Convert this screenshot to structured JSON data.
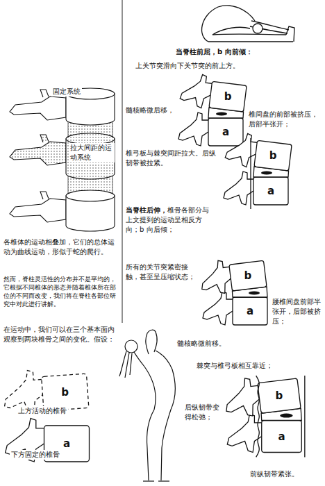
{
  "diagram": {
    "labels": [
      "当脊柱前屈，b 向前倾：",
      "上关节突滑向下关节突的前上方。",
      "固定系统",
      "拉大间距的运动系统",
      "髓核略微后移，",
      "b",
      "a",
      "椎间盘的前部被挤压，后部半张开；",
      "椎弓板与棘突间距拉大。后纵韧带被拉紧。",
      "b",
      "a",
      "各椎体的运动相叠加，它们的总体运动为曲线运动，形似于蛇的爬行。",
      "然而，脊柱灵活性的分布并不是平均的，它根据不同椎体的形态并随着椎体所在部位的不同而改变，我们将在脊柱各部位研究中对此进行讲解。",
      "当脊柱后伸，",
      "椎骨各部分与上文提到的运动呈相反方向；b 向后倾；",
      "所有的关节突紧密接触，甚至呈压缩状态；",
      "b",
      "a",
      "腰椎间盘前部半张开，后部被挤压；",
      "髓核略微前移。",
      "在运动中，我们可以在三个基本面内 观察到两块椎骨之间的变化。假设：",
      "b",
      "a",
      "上方活动的椎骨",
      "下方固定的椎骨",
      "棘突与椎弓板相互靠近；",
      "b",
      "a",
      "后纵韧带变得松弛；",
      "前纵韧带紧张。"
    ]
  }
}
